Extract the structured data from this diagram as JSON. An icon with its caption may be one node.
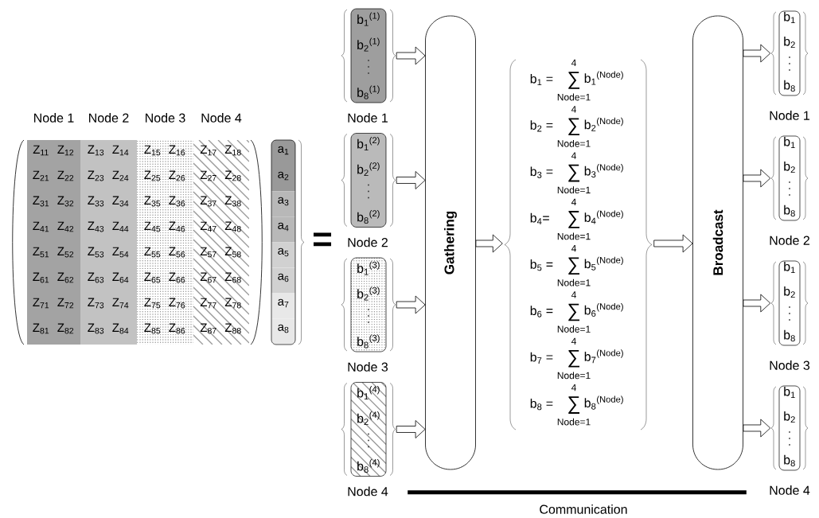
{
  "diagram": {
    "nodes": [
      {
        "text": [
          "Node 1",
          "Z$_{11}$",
          "Z$_{12}$",
          "Z$_{21}$",
          "Z$_{22}$",
          "Z$_{31}$",
          "Z$_{32}$",
          "Z$_{41}$",
          "Z$_{42}$",
          "Z$_{51}$",
          "Z$_{52}$",
          "Z$_{61}$",
          "Z$_{62}$",
          "Z$_{71}$",
          "Z$_{72}$",
          "Z$_{81}$",
          "Z$_{82}$"
        ]
      },
      {
        "text": [
          "Node 2",
          "Z$_{13}$",
          "Z$_{14}$",
          "Z$_{23}$",
          "Z$_{24}$",
          "Z$_{33}$",
          "Z$_{34}$",
          "Z$_{43}$",
          "Z$_{44}$",
          "Z$_{53}$",
          "Z$_{54}$",
          "Z$_{63}$",
          "Z$_{64}$",
          "Z$_{73}$",
          "Z$_{74}$",
          "Z$_{83}$",
          "Z$_{84}$"
        ]
      },
      {
        "text": [
          "Node 3",
          "Z$_{15}$",
          "Z$_{16}$",
          "Z$_{25}$",
          "Z$_{26}$",
          "Z$_{35}$",
          "Z$_{36}$",
          "Z$_{45}$",
          "Z$_{46}$",
          "Z$_{55}$",
          "Z$_{56}$",
          "Z$_{65}$",
          "Z$_{66}$",
          "Z$_{75}$",
          "Z$_{76}$",
          "Z$_{85}$",
          "Z$_{86}$"
        ]
      },
      {
        "text": [
          "Node 4",
          "Z$_{17}$",
          "Z$_{18}$",
          "Z$_{27}$",
          "Z$_{28}$",
          "Z$_{37}$",
          "Z$_{38}$",
          "Z$_{47}$",
          "Z$_{48}$",
          "Z$_{57}$",
          "Z$_{58}$",
          "Z$_{67}$",
          "Z$_{68}$",
          "Z$_{77}$",
          "Z$_{78}$",
          "Z$_{87}$",
          "Z$_{88}$"
        ]
      },
      {
        "text": [
          "a$_{1}$",
          "a$_{2}$",
          "a$_{3}$",
          "a$_{4}$",
          "a$_{5}$",
          "a$_{6}$",
          "a$_{7}$",
          "a$_{8}$"
        ]
      },
      {
        "text": [
          "b$_{1}$$^{(1)}$",
          "b$_{2}$$^{(1)}$",
          "b$_{8}$$^{(1)}$",
          "Node 1"
        ]
      },
      {
        "text": [
          "b$_{1}$$^{(2)}$",
          "b$_{2}$$^{(2)}$",
          "b$_{8}$$^{(2)}$",
          "Node 2"
        ]
      },
      {
        "text": [
          "b$_{1}$$^{(3)}$",
          "b$_{2}$$^{(3)}$",
          "b$_{8}$$^{(3)}$",
          "Node 3"
        ]
      },
      {
        "text": [
          "b$_{1}$$^{(4)}$",
          "b$_{2}$$^{(4)}$",
          "b$_{8}$$^{(4)}$",
          "Node 4"
        ]
      },
      {
        "text": [
          "Gathering"
        ]
      },
      {
        "text": [
          "b$_{1}$ =",
          "4",
          "∑",
          "Node=1",
          "b$_{1}$$^{(Node)}$",
          "b$_{2}$ =",
          "4",
          "∑",
          "Node=1",
          "b$_{2}$$^{(Node)}$",
          "b$_{3}$ =",
          "4",
          "∑",
          "Node=1",
          "b$_{3}$$^{(Node)}$",
          "b$_{4}$=",
          "4",
          "∑",
          "Node=1",
          "b$_{4}$$^{(Node)}$",
          "b$_{5}$ =",
          "4",
          "∑",
          "Node=1",
          "b$_{5}$$^{(Node)}$",
          "b$_{6}$ =",
          "4",
          "∑",
          "Node=1",
          "b$_{6}$$^{(Node)}$",
          "b$_{7}$ =",
          "4",
          "∑",
          "Node=1",
          "b$_{7}$$^{(Node)}$",
          "b$_{8}$ =",
          "4",
          "∑",
          "Node=1",
          "b$_{8}$$^{(Node)}$"
        ]
      },
      {
        "text": [
          "Broadcast"
        ]
      },
      {
        "text": [
          "b$_{1}$",
          "b$_{2}$",
          "b$_{8}$",
          "Node 1"
        ]
      },
      {
        "text": [
          "b$_{1}$",
          "b$_{2}$",
          "b$_{8}$",
          "Node 2"
        ]
      },
      {
        "text": [
          "b$_{1}$",
          "b$_{2}$",
          "b$_{8}$",
          "Node 3"
        ]
      },
      {
        "text": [
          "b$_{1}$",
          "b$_{2}$",
          "b$_{8}$",
          "Node 4"
        ]
      }
    ],
    "edges": [
      {
        "from": 5,
        "to": 9,
        "arrow": "to"
      },
      {
        "from": 6,
        "to": 9,
        "arrow": "to"
      },
      {
        "from": 7,
        "to": 9,
        "arrow": "to"
      },
      {
        "from": 8,
        "to": 9,
        "arrow": "to"
      },
      {
        "from": 9,
        "to": 10,
        "arrow": "to"
      },
      {
        "from": 10,
        "to": 11,
        "arrow": "to"
      },
      {
        "from": 11,
        "to": 12,
        "arrow": "to"
      },
      {
        "from": 11,
        "to": 13,
        "arrow": "to"
      },
      {
        "from": 11,
        "to": 14,
        "arrow": "to"
      },
      {
        "from": 11,
        "to": 15,
        "arrow": "to"
      },
      {
        "from": 8,
        "to": 15,
        "arrow": "none",
        "label": "Communication"
      }
    ],
    "labels": [
      "="
    ]
  }
}
